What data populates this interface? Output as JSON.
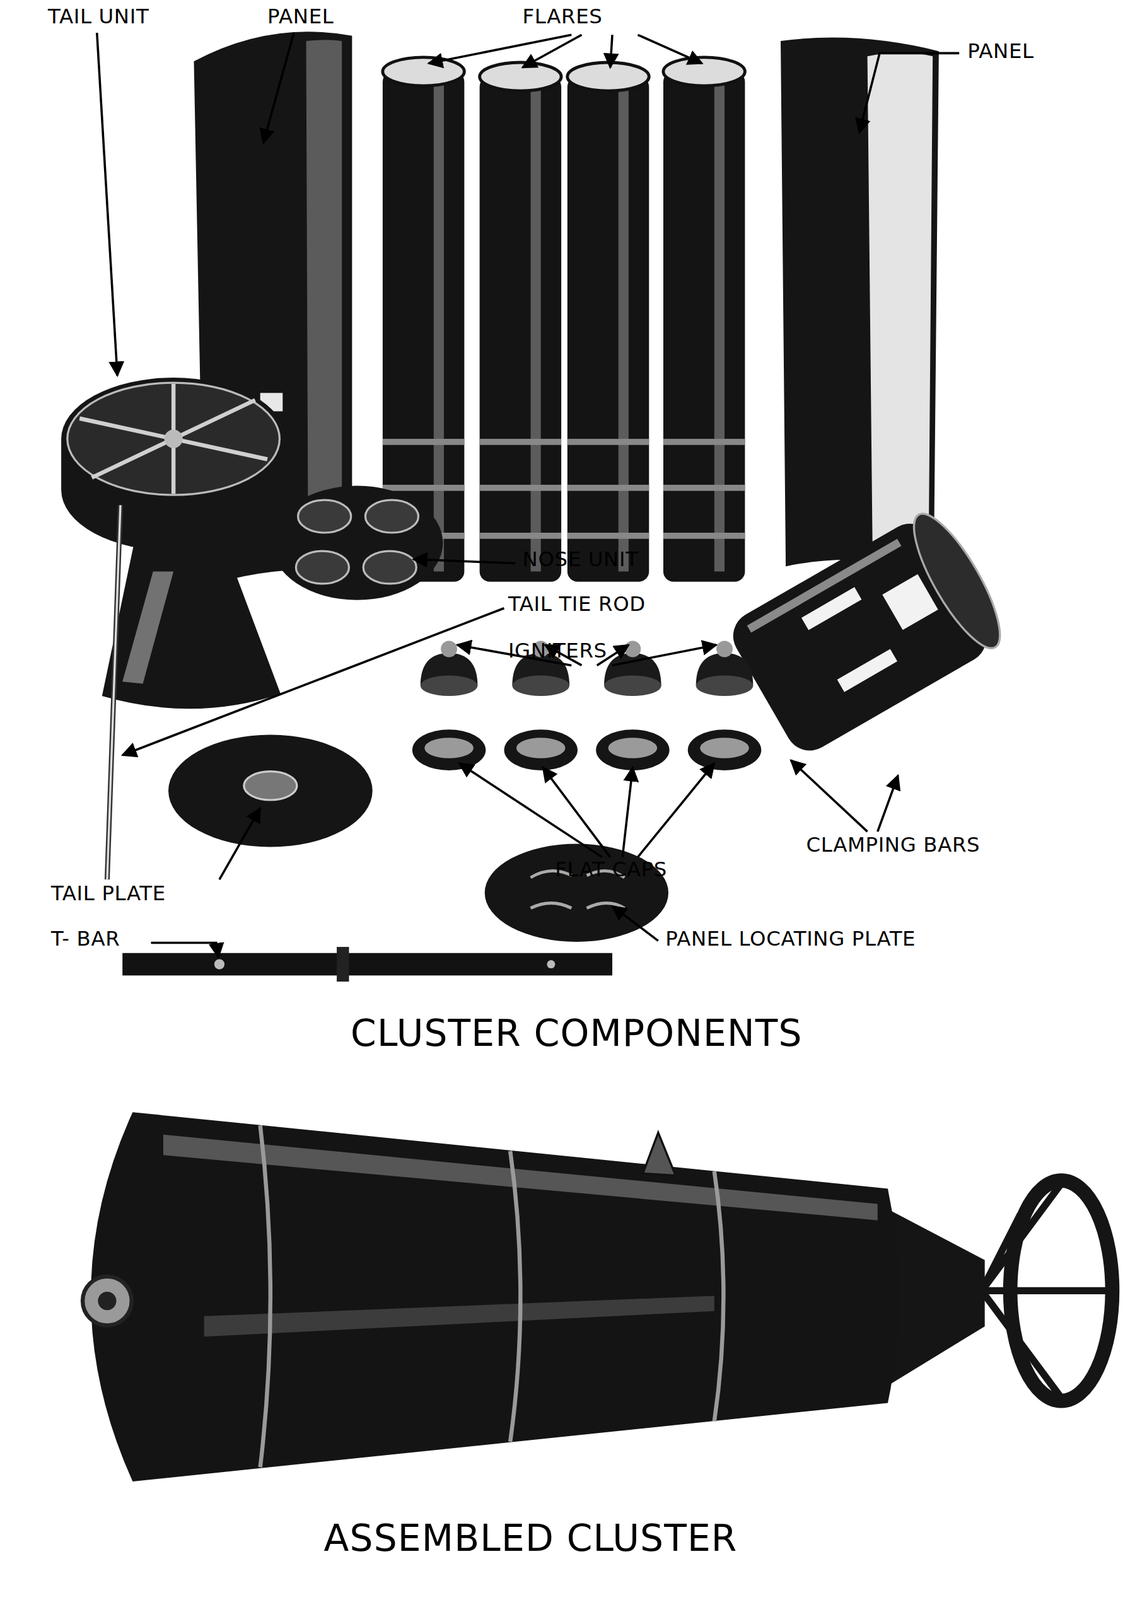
{
  "diagram": {
    "labels": [
      "TAIL UNIT",
      "PANEL",
      "FLARES",
      "PANEL",
      "NOSE UNIT",
      "TAIL TIE ROD",
      "IGNITERS",
      "CLAMPING BARS",
      "FLAT CAPS",
      "TAIL PLATE",
      "T- BAR",
      "PANEL LOCATING PLATE",
      "CLUSTER COMPONENTS",
      "ASSEMBLED CLUSTER"
    ]
  }
}
